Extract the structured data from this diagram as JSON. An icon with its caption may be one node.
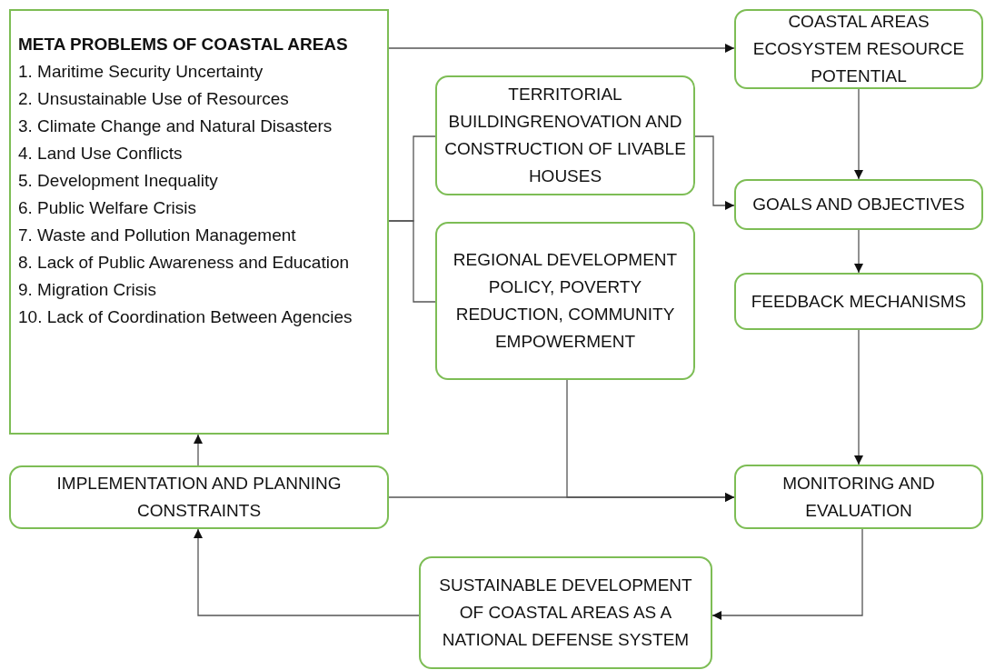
{
  "diagram": {
    "nodes": [
      {
        "text": [
          "META PROBLEMS OF COASTAL AREAS",
          "1. Maritime Security Uncertainty",
          "2. Unsustainable Use of Resources",
          "3. Climate Change and Natural Disasters",
          "4. Land Use Conflicts",
          "5. Development Inequality",
          "6. Public Welfare Crisis",
          "7. Waste and Pollution Management",
          "8. Lack of Public Awareness and Education",
          "9. Migration Crisis",
          "10. Lack of Coordination Between Agencies"
        ]
      },
      {
        "text": [
          "COASTAL AREAS ECOSYSTEM RESOURCE POTENTIAL"
        ]
      },
      {
        "text": [
          "TERRITORIAL BUILDINGRENOVATION AND CONSTRUCTION OF LIVABLE HOUSES"
        ]
      },
      {
        "text": [
          "GOALS AND OBJECTIVES"
        ]
      },
      {
        "text": [
          "REGIONAL DEVELOPMENT POLICY, POVERTY REDUCTION, COMMUNITY EMPOWERMENT"
        ]
      },
      {
        "text": [
          "FEEDBACK MECHANISMS"
        ]
      },
      {
        "text": [
          "IMPLEMENTATION AND PLANNING CONSTRAINTS"
        ]
      },
      {
        "text": [
          "MONITORING AND EVALUATION"
        ]
      },
      {
        "text": [
          "SUSTAINABLE DEVELOPMENT OF COASTAL AREAS AS A NATIONAL DEFENSE SYSTEM"
        ]
      }
    ],
    "edges": [
      {
        "from": 0,
        "to": 1,
        "arrow": "to"
      },
      {
        "from": 0,
        "to": 2,
        "arrow": "none"
      },
      {
        "from": 0,
        "to": 4,
        "arrow": "none"
      },
      {
        "from": 2,
        "to": 3,
        "arrow": "to"
      },
      {
        "from": 1,
        "to": 3,
        "arrow": "to"
      },
      {
        "from": 3,
        "to": 5,
        "arrow": "to"
      },
      {
        "from": 5,
        "to": 7,
        "arrow": "to"
      },
      {
        "from": 6,
        "to": 7,
        "arrow": "to"
      },
      {
        "from": 4,
        "to": 7,
        "arrow": "to"
      },
      {
        "from": 6,
        "to": 0,
        "arrow": "to"
      },
      {
        "from": 7,
        "to": 8,
        "arrow": "to"
      },
      {
        "from": 8,
        "to": 6,
        "arrow": "to"
      }
    ]
  }
}
